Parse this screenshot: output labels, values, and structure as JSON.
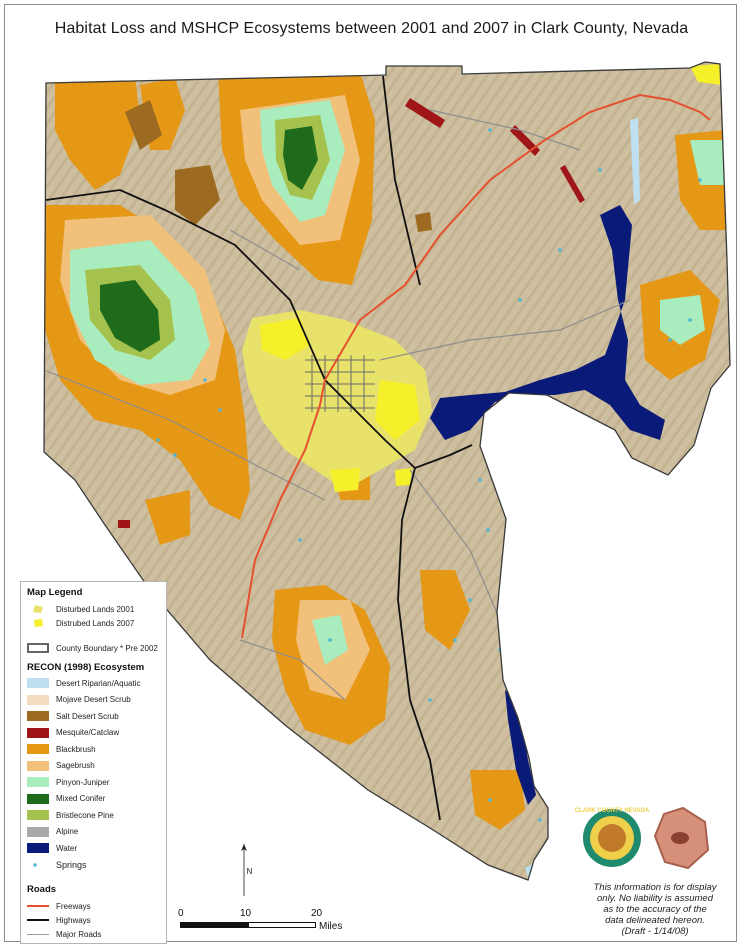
{
  "title": "Habitat Loss and MSHCP Ecosystems between 2001 and 2007 in Clark County, Nevada",
  "colors": {
    "terrain_base": "#cdbf9f",
    "water": "#0a1a78",
    "freeway": "#e5502f",
    "highway": "#111111",
    "major_road": "#8e8e8e",
    "springs": "#4fb6d8",
    "disturbed_2001": "#e8e26a",
    "disturbed_2007": "#f5f02a"
  },
  "legend": {
    "title": "Map Legend",
    "disturbed_2001": "Disturbed Lands 2001",
    "disturbed_2007": "Distrubed Lands 2007",
    "county_boundary": "County Boundary * Pre 2002",
    "ecosystem_title": "RECON (1998) Ecosystem",
    "ecosystems": [
      {
        "label": "Desert Riparian/Aquatic",
        "color": "#bfe0f1"
      },
      {
        "label": "Mojave Desert Scrub",
        "color": "#f3dcc0"
      },
      {
        "label": "Salt Desert Scrub",
        "color": "#9c6a20"
      },
      {
        "label": "Mesquite/Catclaw",
        "color": "#a01518"
      },
      {
        "label": "Blackbrush",
        "color": "#e59716"
      },
      {
        "label": "Sagebrush",
        "color": "#f1c07a"
      },
      {
        "label": "Pinyon-Juniper",
        "color": "#a9ecbd"
      },
      {
        "label": "Mixed Conifer",
        "color": "#1f6b1c"
      },
      {
        "label": "Bristlecone Pine",
        "color": "#a6c24e"
      },
      {
        "label": "Alpine",
        "color": "#a9a9a9"
      },
      {
        "label": "Water",
        "color": "#0a1a78"
      }
    ],
    "springs": "Springs",
    "roads_title": "Roads",
    "roads": [
      {
        "label": "Freeways",
        "color": "#e5502f"
      },
      {
        "label": "Highways",
        "color": "#111111"
      },
      {
        "label": "Major Roads",
        "color": "#9a9a9a"
      }
    ]
  },
  "scale_bar": {
    "labels": [
      "0",
      "10",
      "20"
    ],
    "unit": "Miles"
  },
  "north_arrow_label": "N",
  "seal_text": "CLARK COUNTY NEVADA",
  "disclaimer": [
    "This information is for display",
    "only.  No liability is assumed",
    "as to the accuracy of the",
    "data delineated hereon.",
    "(Draft - 1/14/08)"
  ]
}
